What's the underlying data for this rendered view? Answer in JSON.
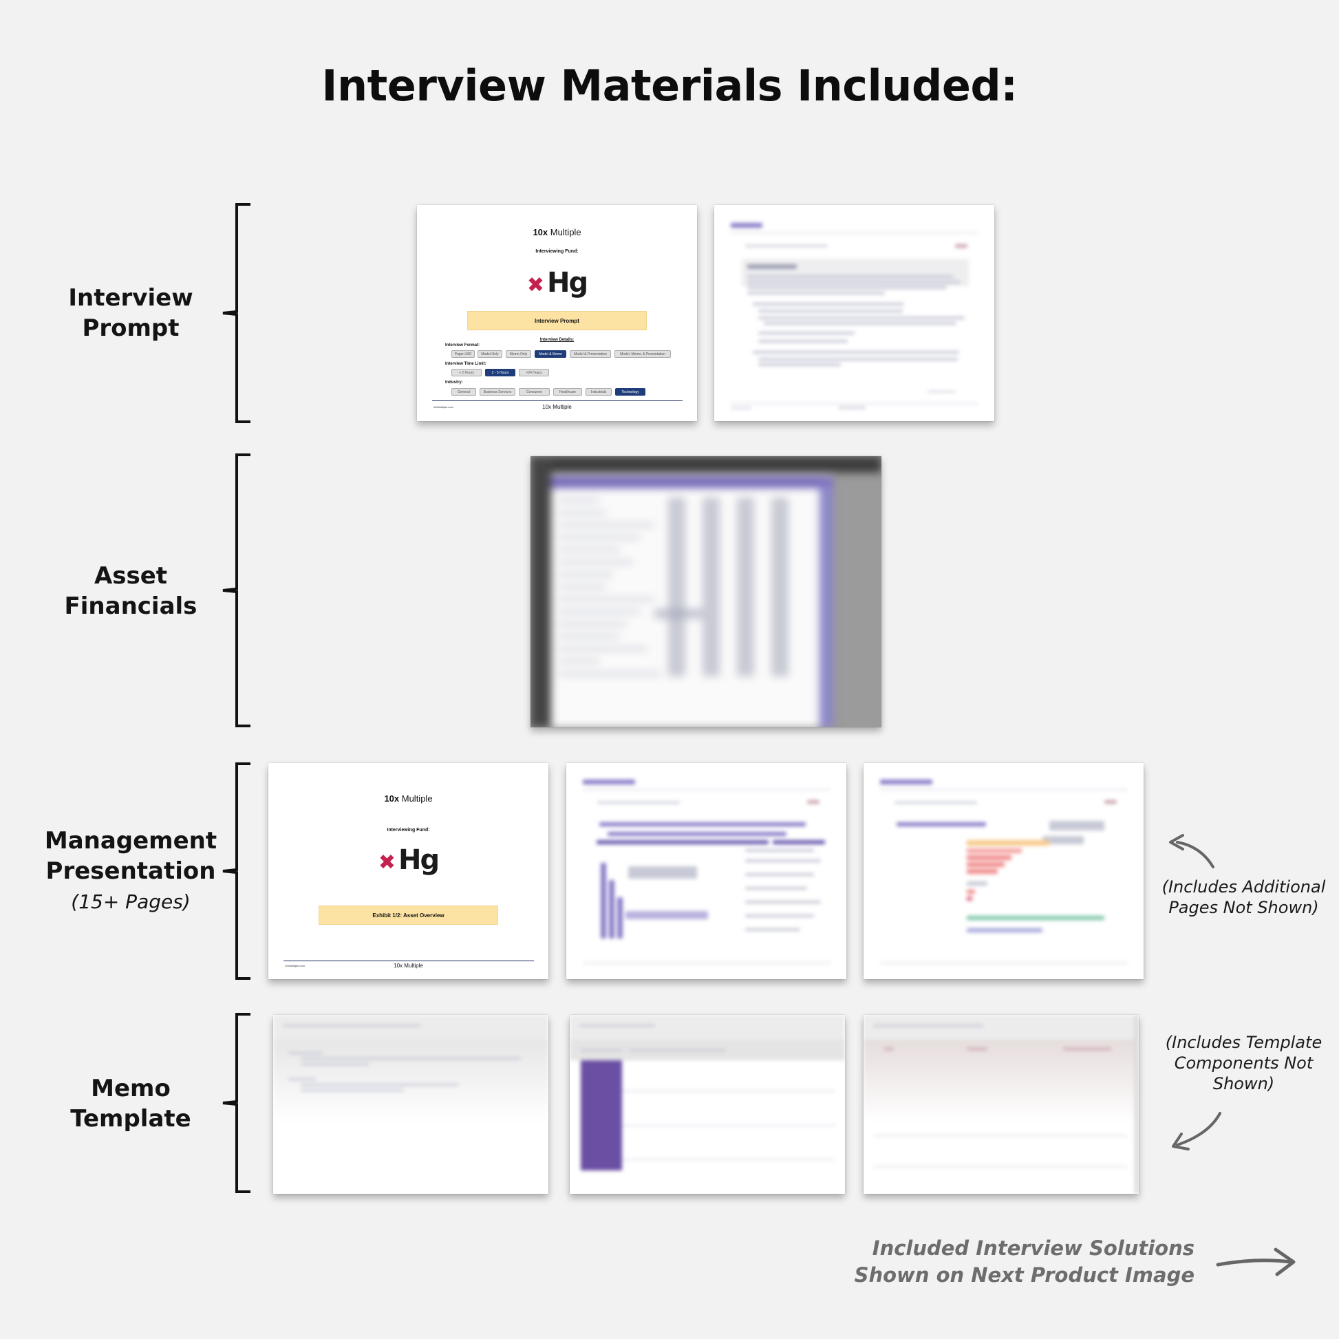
{
  "title": "Interview Materials Included:",
  "sections": {
    "interview_prompt": {
      "line1": "Interview",
      "line2": "Prompt"
    },
    "asset_financials": {
      "line1": "Asset",
      "line2": "Financials"
    },
    "management_presentation": {
      "line1": "Management",
      "line2": "Presentation",
      "sub": "(15+ Pages)"
    },
    "memo_template": {
      "line1": "Memo",
      "line2": "Template"
    }
  },
  "prompt_cover": {
    "brand_bold": "10x",
    "brand_rest": " Multiple",
    "fund_label": "Interviewing Fund:",
    "logo_mark": "✖",
    "logo_text": "Hg",
    "banner": "Interview Prompt",
    "details_title": "Interview Details:",
    "format_label": "Interview Format:",
    "format_options": [
      "Paper LBO",
      "Model Only",
      "Memo Only",
      "Model & Memo",
      "Model & Presentation",
      "Model, Memo, & Presentation"
    ],
    "format_selected": "Model & Memo",
    "time_label": "Interview Time Limit:",
    "time_options": [
      "< 2 Hours",
      "2 - 5 Hours",
      ">24 Hours"
    ],
    "time_selected": "2 - 5 Hours",
    "industry_label": "Industry:",
    "industry_options": [
      "General",
      "Business Services",
      "Consumer",
      "Healthcare",
      "Industrials",
      "Technology"
    ],
    "industry_selected": "Technology",
    "footer_left": "10xMultiple.com",
    "footer_center": "10x Multiple"
  },
  "presentation_cover": {
    "brand_bold": "10x",
    "brand_rest": " Multiple",
    "fund_label": "Interviewing Fund:",
    "logo_mark": "✖",
    "logo_text": "Hg",
    "banner": "Exhibit 1/2: Asset Overview",
    "footer_left": "10xMultiple.com",
    "footer_center": "10x Multiple"
  },
  "notes": {
    "additional_pages": "(Includes Additional Pages Not Shown)",
    "template_components": "(Includes Template Components Not Shown)",
    "solutions_line1": "Included Interview Solutions",
    "solutions_line2": "Shown on Next Product Image"
  },
  "icons": [
    "curved-arrow-up-left-icon",
    "curved-arrow-down-left-icon",
    "arrow-right-icon"
  ],
  "colors": {
    "background": "#f2f2f2",
    "banner": "#fde3a3",
    "logo_accent": "#c4214f",
    "chip_selected": "#1f3d7a"
  }
}
